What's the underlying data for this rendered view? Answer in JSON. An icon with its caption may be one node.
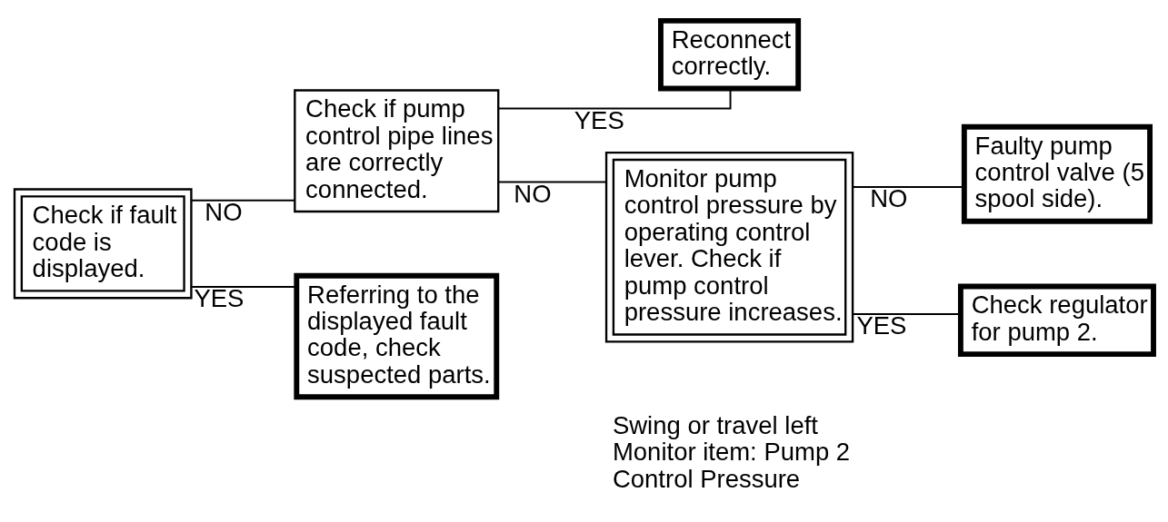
{
  "diagram": {
    "nodes": [
      {
        "text": [
          "Check if fault code is displayed."
        ]
      },
      {
        "text": [
          "Check if pump control pipe lines are correctly connected."
        ]
      },
      {
        "text": [
          "Referring to the displayed fault code, check suspected parts."
        ]
      },
      {
        "text": [
          "Reconnect correctly."
        ]
      },
      {
        "text": [
          "Monitor pump control pressure by operating control lever. Check if pump control pressure increases."
        ],
        "beside": [
          "Swing or travel left",
          "Monitor item: Pump 2 Control Pressure"
        ]
      },
      {
        "text": [
          "Faulty pump control valve (5 spool side)."
        ]
      },
      {
        "text": [
          "Check regulator for pump 2."
        ]
      }
    ],
    "edges": [
      {
        "from": 0,
        "to": 1,
        "arrow": "none",
        "label": "NO"
      },
      {
        "from": 0,
        "to": 2,
        "arrow": "none",
        "label": "YES"
      },
      {
        "from": 1,
        "to": 3,
        "arrow": "none",
        "label": "YES"
      },
      {
        "from": 1,
        "to": 4,
        "arrow": "none",
        "label": "NO"
      },
      {
        "from": 4,
        "to": 5,
        "arrow": "none",
        "label": "NO"
      },
      {
        "from": 4,
        "to": 6,
        "arrow": "none",
        "label": "YES"
      }
    ]
  }
}
